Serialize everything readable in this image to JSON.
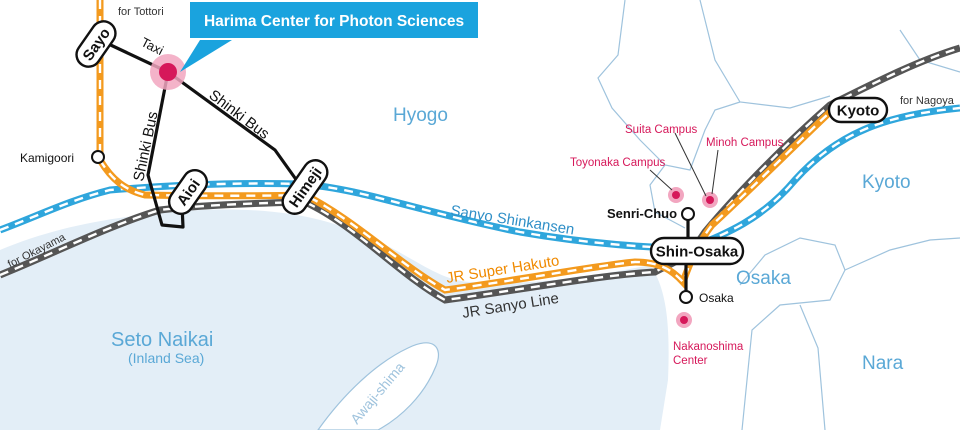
{
  "callout": {
    "text": "Harima Center for Photon Sciences"
  },
  "regions": {
    "hyogo": "Hyogo",
    "kyoto": "Kyoto",
    "osaka": "Osaka",
    "nara": "Nara",
    "seto_naikai": "Seto Naikai",
    "inland_sea": "(Inland Sea)",
    "awaji": "Awaji-shima"
  },
  "stations": {
    "sayo": "Sayo",
    "aioi": "Aioi",
    "himeji": "Himeji",
    "kyoto": "Kyoto",
    "shin_osaka": "Shin-Osaka",
    "kamigoori": "Kamigoori",
    "senri_chuo": "Senri-Chuo",
    "osaka": "Osaka"
  },
  "directions": {
    "for_tottori": "for Tottori",
    "for_okayama": "for Okayama",
    "for_nagoya": "for Nagoya"
  },
  "routes": {
    "taxi": "Taxi",
    "shinki_bus_1": "Shinki Bus",
    "shinki_bus_2": "Shinki Bus",
    "sanyo_shinkansen": "Sanyo Shinkansen",
    "jr_super_hakuto": "JR Super Hakuto",
    "jr_sanyo_line": "JR Sanyo Line"
  },
  "campuses": {
    "suita": "Suita Campus",
    "minoh": "Minoh Campus",
    "toyonaka": "Toyonaka Campus",
    "nakanoshima_1": "Nakanoshima",
    "nakanoshima_2": "Center"
  },
  "colors": {
    "sea": "#e3eef7",
    "boundary": "#9fc3dd",
    "region_text": "#5aa8d6",
    "shinkansen": "#2fa6dc",
    "hakuto": "#f39a1e",
    "sanyo_line": "#555555",
    "callout": "#1aa3de",
    "campus": "#d6185a",
    "campus_halo": "#f2a6c0"
  }
}
